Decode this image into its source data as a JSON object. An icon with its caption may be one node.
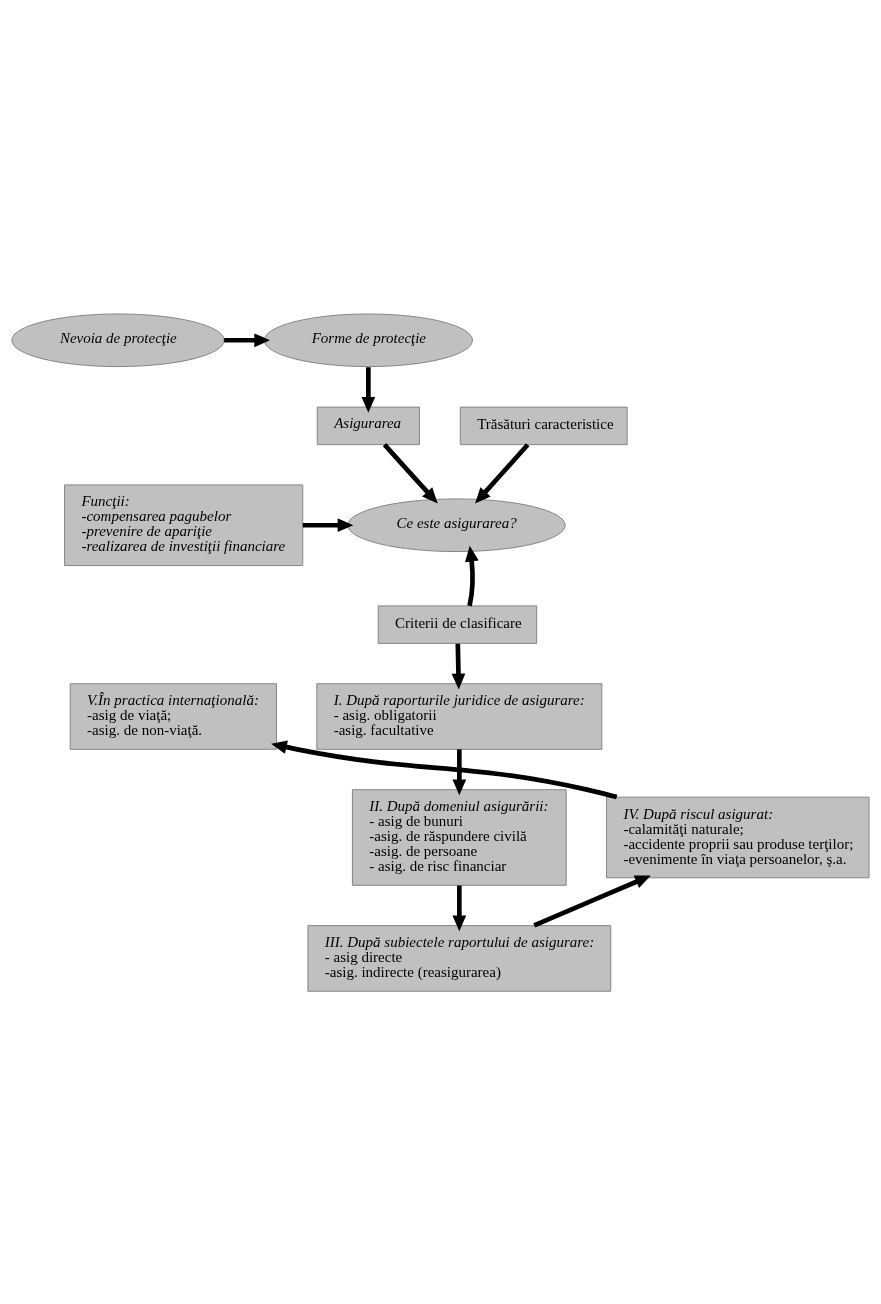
{
  "diagram": {
    "nodes": [
      {
        "text": [
          "Nevoia de protecţie"
        ]
      },
      {
        "text": [
          "Forme de protecţie"
        ]
      },
      {
        "text": [
          "Asigurarea"
        ]
      },
      {
        "text": [
          "Trăsături caracteristice"
        ]
      },
      {
        "text": [
          "Ce este asigurarea?"
        ]
      },
      {
        "text": [
          "Funcţii:",
          "-compensarea pagubelor",
          "-prevenire de apariţie",
          "-realizarea de investiţii financiare"
        ]
      },
      {
        "text": [
          "Criterii de clasificare"
        ]
      },
      {
        "text": [
          "V.În practica internaţională:",
          "-asig de viaţă;",
          "-asig. de non-viaţă."
        ]
      },
      {
        "text": [
          "I. După raporturile juridice de asigurare:",
          "- asig. obligatorii",
          "-asig. facultative"
        ]
      },
      {
        "text": [
          "IV. După riscul asigurat:",
          "-calamităţi naturale;",
          "-accidente proprii sau produse terţilor;",
          "-evenimente în viaţa persoanelor, ş.a."
        ]
      },
      {
        "text": [
          "II. După domeniul asigurării:",
          "- asig de bunuri",
          "-asig. de răspundere civilă",
          "-asig. de persoane",
          "- asig. de risc financiar"
        ]
      },
      {
        "text": [
          "III. După subiectele raportului de asigurare:",
          "- asig directe",
          "-asig. indirecte (reasigurarea)"
        ]
      }
    ],
    "edges": [
      {
        "from": 0,
        "to": 1,
        "arrow": "to"
      },
      {
        "from": 1,
        "to": 2,
        "arrow": "to"
      },
      {
        "from": 2,
        "to": 4,
        "arrow": "to"
      },
      {
        "from": 3,
        "to": 4,
        "arrow": "to"
      },
      {
        "from": 5,
        "to": 4,
        "arrow": "to"
      },
      {
        "from": 6,
        "to": 4,
        "arrow": "to"
      },
      {
        "from": 6,
        "to": 8,
        "arrow": "to"
      },
      {
        "from": 8,
        "to": 10,
        "arrow": "to"
      },
      {
        "from": 10,
        "to": 11,
        "arrow": "to"
      },
      {
        "from": 11,
        "to": 9,
        "arrow": "to"
      },
      {
        "from": 9,
        "to": 7,
        "arrow": "to"
      }
    ]
  }
}
